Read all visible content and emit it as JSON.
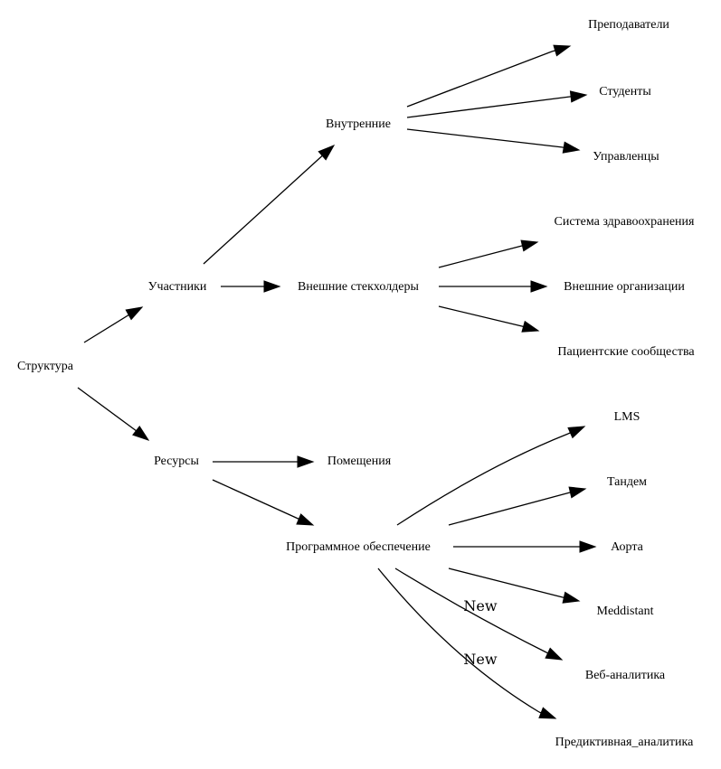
{
  "diagram": {
    "type": "directed-tree",
    "nodes": [
      {
        "id": "structure",
        "label": "Структура"
      },
      {
        "id": "participants",
        "label": "Участники"
      },
      {
        "id": "resources",
        "label": "Ресурсы"
      },
      {
        "id": "internal",
        "label": "Внутренние"
      },
      {
        "id": "external",
        "label": "Внешние стекхолдеры"
      },
      {
        "id": "teachers",
        "label": "Преподаватели"
      },
      {
        "id": "students",
        "label": "Студенты"
      },
      {
        "id": "managers",
        "label": "Управленцы"
      },
      {
        "id": "health_system",
        "label": "Система здравоохранения"
      },
      {
        "id": "external_orgs",
        "label": "Внешние организации"
      },
      {
        "id": "patient_communities",
        "label": "Пациентские сообщества"
      },
      {
        "id": "premises",
        "label": "Помещения"
      },
      {
        "id": "software",
        "label": "Программное обеспечение"
      },
      {
        "id": "lms",
        "label": "LMS"
      },
      {
        "id": "tandem",
        "label": "Тандем"
      },
      {
        "id": "aorta",
        "label": "Аорта"
      },
      {
        "id": "meddistant",
        "label": "Meddistant"
      },
      {
        "id": "web_analytics",
        "label": "Веб-аналитика"
      },
      {
        "id": "predictive_analytics",
        "label": "Предиктивная_аналитика"
      }
    ],
    "edges": [
      {
        "from": "structure",
        "to": "participants",
        "label": ""
      },
      {
        "from": "structure",
        "to": "resources",
        "label": ""
      },
      {
        "from": "participants",
        "to": "internal",
        "label": ""
      },
      {
        "from": "participants",
        "to": "external",
        "label": ""
      },
      {
        "from": "internal",
        "to": "teachers",
        "label": ""
      },
      {
        "from": "internal",
        "to": "students",
        "label": ""
      },
      {
        "from": "internal",
        "to": "managers",
        "label": ""
      },
      {
        "from": "external",
        "to": "health_system",
        "label": ""
      },
      {
        "from": "external",
        "to": "external_orgs",
        "label": ""
      },
      {
        "from": "external",
        "to": "patient_communities",
        "label": ""
      },
      {
        "from": "resources",
        "to": "premises",
        "label": ""
      },
      {
        "from": "resources",
        "to": "software",
        "label": ""
      },
      {
        "from": "software",
        "to": "lms",
        "label": ""
      },
      {
        "from": "software",
        "to": "tandem",
        "label": ""
      },
      {
        "from": "software",
        "to": "aorta",
        "label": ""
      },
      {
        "from": "software",
        "to": "meddistant",
        "label": ""
      },
      {
        "from": "software",
        "to": "web_analytics",
        "label": "New"
      },
      {
        "from": "software",
        "to": "predictive_analytics",
        "label": "New"
      }
    ]
  }
}
